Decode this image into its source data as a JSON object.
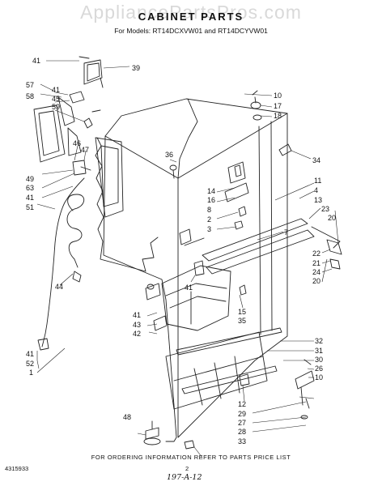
{
  "watermark": "AppliancePartsPros.com",
  "title": "CABINET PARTS",
  "subtitle": "For Models: RT14DCXVW01 and RT14DCYVW01",
  "footer_note": "FOR ORDERING INFORMATION REFER TO PARTS PRICE LIST",
  "document_number": "4315933",
  "page_number": "2",
  "handwritten_note": "197-A-12",
  "callouts": {
    "41a": "41",
    "39": "39",
    "57": "57",
    "41b": "41",
    "45": "45",
    "59": "59",
    "58": "58",
    "46": "46",
    "47": "47",
    "49": "49",
    "63": "63",
    "41c": "41",
    "51": "51",
    "44": "44",
    "41d": "41",
    "52": "52",
    "1": "1",
    "36": "36",
    "10a": "10",
    "17": "17",
    "18": "18",
    "34": "34",
    "11": "11",
    "4": "4",
    "13": "13",
    "23": "23",
    "20a": "20",
    "14": "14",
    "16": "16",
    "8": "8",
    "2": "2",
    "3": "3",
    "7": "7",
    "22": "22",
    "21": "21",
    "24": "24",
    "20b": "20",
    "41e": "41",
    "15": "15",
    "35": "35",
    "41f": "41",
    "43": "43",
    "42": "42",
    "32": "32",
    "31": "31",
    "30": "30",
    "26": "26",
    "10b": "10",
    "12": "12",
    "29": "29",
    "27": "27",
    "28": "28",
    "33": "33",
    "48": "48"
  }
}
